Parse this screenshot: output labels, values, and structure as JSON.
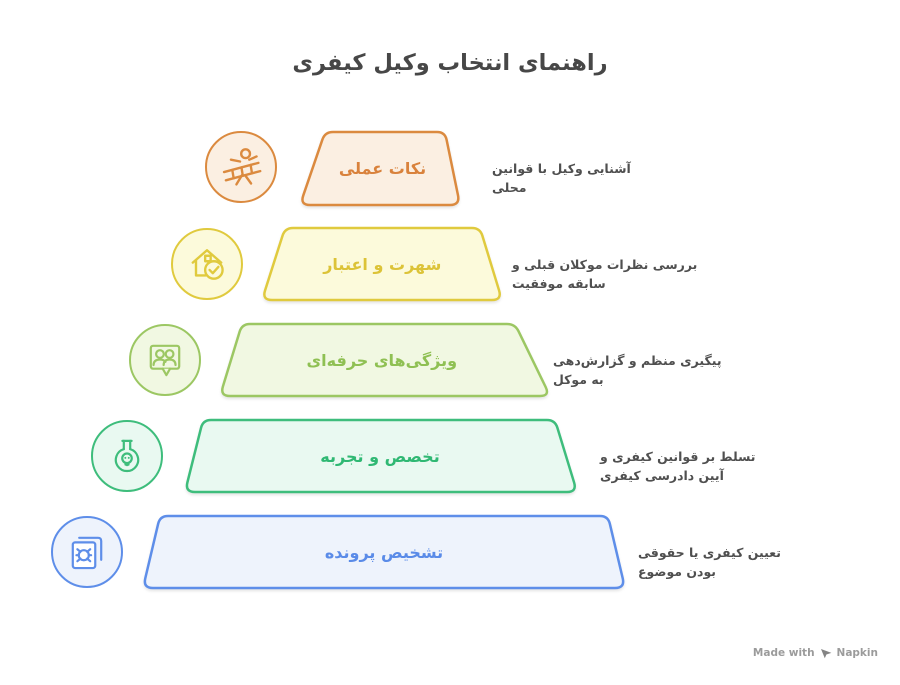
{
  "title": "راهنمای انتخاب وکیل کیفری",
  "levels": [
    {
      "id": "practical-tips",
      "label": "نکات عملی",
      "annotation_lines": [
        "آشنایی وکیل با قوانین",
        "محلی"
      ],
      "icon": "hurdle-icon",
      "colors": {
        "border": "#DB8A3F",
        "fill": "#FBEFE2",
        "text": "#D9823C"
      }
    },
    {
      "id": "reputation-credibility",
      "label": "شهرت و اعتبار",
      "annotation_lines": [
        "بررسی نظرات موکلان قبلی و",
        "سابقه موفقیت"
      ],
      "icon": "house-check-icon",
      "colors": {
        "border": "#E0CA3E",
        "fill": "#FCFADB",
        "text": "#DCC338"
      }
    },
    {
      "id": "professional-traits",
      "label": "ویژگی‌های حرفه‌ای",
      "annotation_lines": [
        "پیگیری منظم و گزارش‌دهی",
        "به موکل"
      ],
      "icon": "people-chat-icon",
      "colors": {
        "border": "#9CC763",
        "fill": "#F1F8E2",
        "text": "#8FC053"
      }
    },
    {
      "id": "expertise-experience",
      "label": "تخصص و تجربه",
      "annotation_lines": [
        "تسلط بر قوانین کیفری و",
        "آیین دادرسی کیفری"
      ],
      "icon": "poison-flask-icon",
      "colors": {
        "border": "#3EBD7C",
        "fill": "#E9F9F1",
        "text": "#2FB873"
      }
    },
    {
      "id": "case-identification",
      "label": "تشخیص پرونده",
      "annotation_lines": [
        "تعیین کیفری یا حقوقی",
        "بودن موضوع"
      ],
      "icon": "bug-document-icon",
      "colors": {
        "border": "#5E8EE9",
        "fill": "#EEF3FC",
        "text": "#5A8BE8"
      }
    }
  ],
  "footer": {
    "made_with": "Made with",
    "brand": "Napkin"
  }
}
